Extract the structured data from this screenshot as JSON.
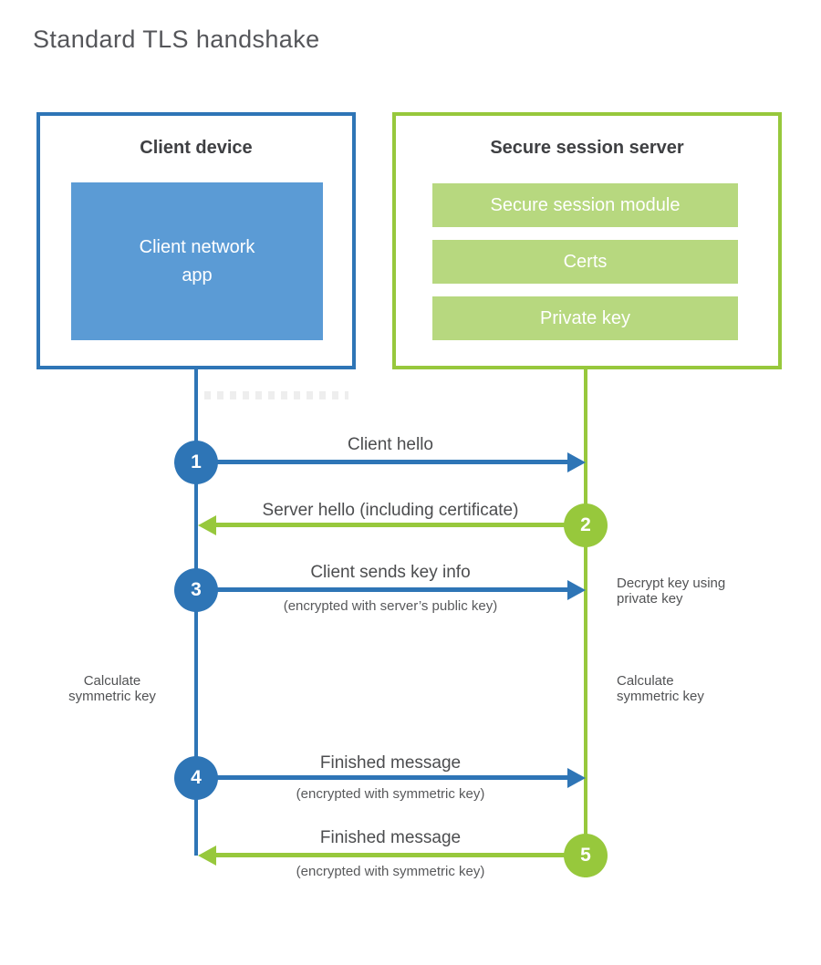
{
  "title": "Standard TLS handshake",
  "colors": {
    "client_blue": "#2e75b6",
    "client_fill_blue": "#5b9bd5",
    "server_green": "#97c83c",
    "server_fill_green": "#b7d87f"
  },
  "client": {
    "title": "Client device",
    "app_label": "Client network app"
  },
  "server": {
    "title": "Secure session server",
    "modules": [
      "Secure session module",
      "Certs",
      "Private key"
    ]
  },
  "steps": [
    {
      "num": "1",
      "from": "client",
      "to": "server",
      "label": "Client hello",
      "sublabel": ""
    },
    {
      "num": "2",
      "from": "server",
      "to": "client",
      "label": "Server hello (including certificate)",
      "sublabel": ""
    },
    {
      "num": "3",
      "from": "client",
      "to": "server",
      "label": "Client sends key info",
      "sublabel": "(encrypted with server’s public key)"
    },
    {
      "num": "4",
      "from": "client",
      "to": "server",
      "label": "Finished message",
      "sublabel": "(encrypted with symmetric key)"
    },
    {
      "num": "5",
      "from": "server",
      "to": "client",
      "label": "Finished message",
      "sublabel": "(encrypted with symmetric key)"
    }
  ],
  "notes": {
    "decrypt": "Decrypt key using private key",
    "calc_left": "Calculate symmetric key",
    "calc_right": "Calculate symmetric key"
  }
}
